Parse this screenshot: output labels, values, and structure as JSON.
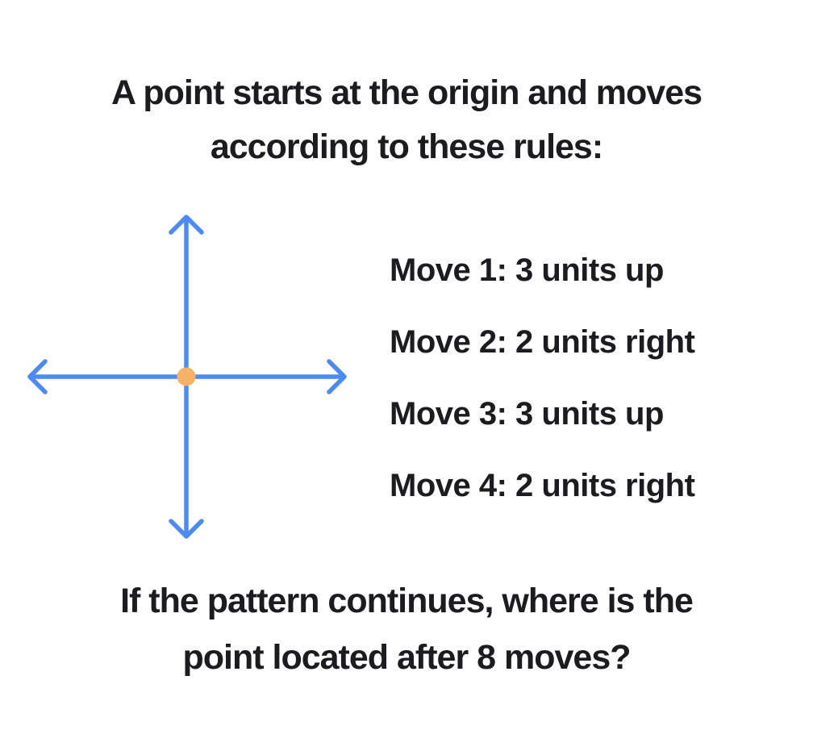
{
  "title": {
    "line1": "A point starts at the origin and moves",
    "line2": "according to these rules:"
  },
  "moves": [
    "Move 1: 3 units up",
    "Move 2: 2 units right",
    "Move 3: 3 units up",
    "Move 4: 2 units right"
  ],
  "question": {
    "line1": "If the pattern continues, where is the",
    "line2": "point located after 8 moves?"
  },
  "diagram": {
    "type": "coordinate-axes",
    "origin_marker": "orange-dot-at-origin",
    "arrowheads": "all-four-directions"
  },
  "colors": {
    "axis_blue": "#4C8BF5",
    "origin_dot_orange": "#F6B266",
    "text_dark": "#1B1B20",
    "background": "#FFFFFF"
  }
}
